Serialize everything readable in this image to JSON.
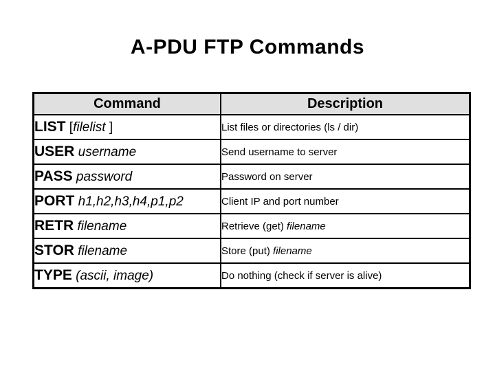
{
  "slide": {
    "title": "A-PDU FTP Commands",
    "background_color": "#ffffff",
    "text_color": "#000000"
  },
  "table": {
    "headers": [
      "Command",
      "Description"
    ],
    "header_bg_color": "#e0e0e0",
    "border_color": "#000000",
    "rows": [
      {
        "cmd": "LIST",
        "pre": " [",
        "arg": "filelist",
        "post": " ]",
        "desc": "List files or directories (ls / dir)",
        "desc_italic": ""
      },
      {
        "cmd": "USER",
        "pre": " ",
        "arg": "username",
        "post": "",
        "desc": "Send username to server",
        "desc_italic": ""
      },
      {
        "cmd": "PASS",
        "pre": " ",
        "arg": "password",
        "post": "",
        "desc": "Password on server",
        "desc_italic": ""
      },
      {
        "cmd": "PORT",
        "pre": " ",
        "arg": "h1,h2,h3,h4,p1,p2",
        "post": "",
        "desc": "Client IP and port number",
        "desc_italic": ""
      },
      {
        "cmd": "RETR",
        "pre": " ",
        "arg": "filename",
        "post": "",
        "desc": "Retrieve (get) ",
        "desc_italic": "filename"
      },
      {
        "cmd": "STOR",
        "pre": " ",
        "arg": "filename",
        "post": "",
        "desc": "Store (put) ",
        "desc_italic": "filename"
      },
      {
        "cmd": "TYPE",
        "pre": " ",
        "arg": "(ascii, image)",
        "post": "",
        "desc": "Do nothing (check if server is alive)",
        "desc_italic": ""
      }
    ]
  }
}
